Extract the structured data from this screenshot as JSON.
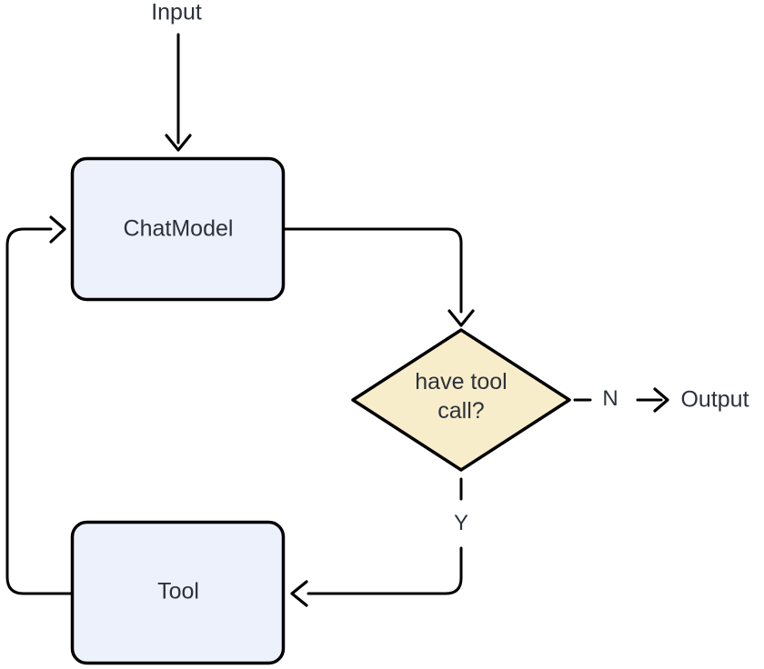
{
  "diagram": {
    "title": "ChatModel tool-calling loop flowchart",
    "colors": {
      "background": "#ffffff",
      "line": "#000000",
      "text": "#2b313c",
      "process_fill": "#edf1fb",
      "decision_fill": "#f8edca"
    },
    "nodes": {
      "input": {
        "label": "Input"
      },
      "chat_model": {
        "label": "ChatModel",
        "fill": "#edf1fb"
      },
      "decision": {
        "line1": "have tool",
        "line2": "call?",
        "fill": "#f8edca"
      },
      "tool": {
        "label": "Tool",
        "fill": "#edf1fb"
      },
      "output": {
        "label": "Output"
      }
    },
    "edge_labels": {
      "no": "N",
      "yes": "Y"
    }
  }
}
